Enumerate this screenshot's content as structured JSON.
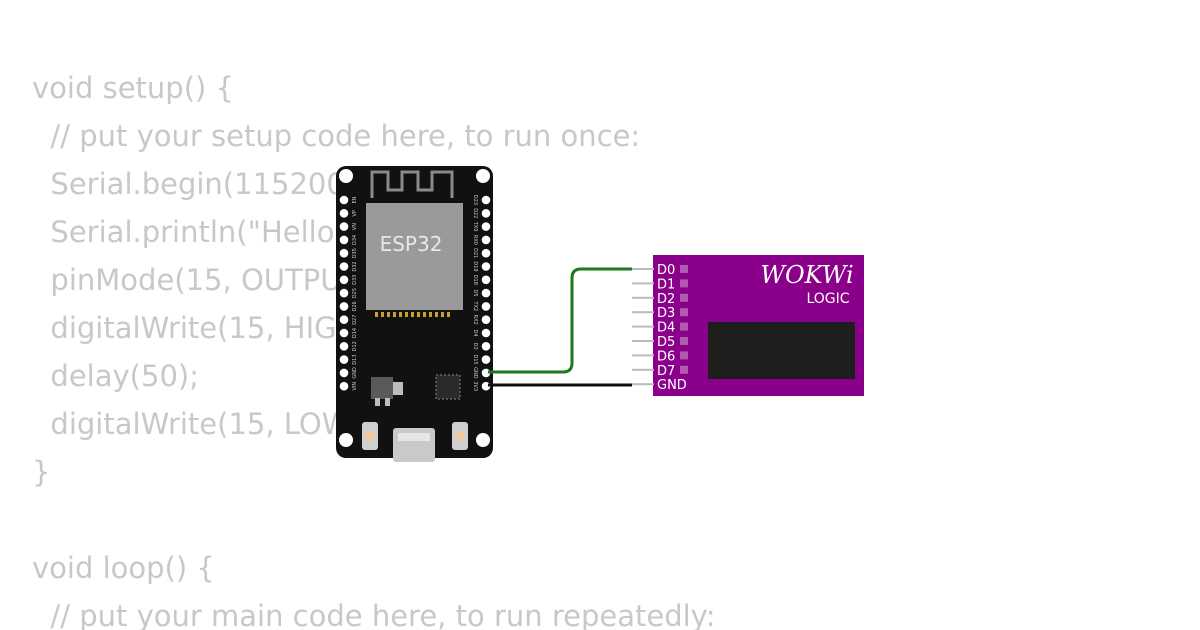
{
  "code": {
    "lines": [
      "void setup() {",
      "  // put your setup code here, to run once:",
      "  Serial.begin(115200);",
      "  Serial.println(\"Hello, ESP32!\");",
      "  pinMode(15, OUTPUT);",
      "  digitalWrite(15, HIGH);",
      "  delay(50);",
      "  digitalWrite(15, LOW);",
      "}",
      "",
      "void loop() {",
      "  // put your main code here, to run repeatedly:"
    ]
  },
  "esp32": {
    "chip_label": "ESP32",
    "pins_left": [
      "EN",
      "VP",
      "VN",
      "D34",
      "D35",
      "D32",
      "D33",
      "D25",
      "D26",
      "D27",
      "D14",
      "D12",
      "D13",
      "GND",
      "VIN"
    ],
    "pins_right": [
      "D23",
      "D22",
      "TX0",
      "RX0",
      "D21",
      "D19",
      "D18",
      "D5",
      "TX2",
      "RX2",
      "D4",
      "D2",
      "D15",
      "GND",
      "3V3"
    ]
  },
  "logic_analyzer": {
    "brand": "WOKWi",
    "label": "LOGIC",
    "channels": [
      "D0",
      "D1",
      "D2",
      "D3",
      "D4",
      "D5",
      "D6",
      "D7",
      "GND"
    ]
  },
  "wires": {
    "signal_color": "#1f7a1f",
    "ground_color": "#111111"
  },
  "colors": {
    "code_text": "#c8c8c8",
    "board": "#111111",
    "chip": "#9a9a9a",
    "analyzer_body": "#8b008b",
    "analyzer_screen": "#1e1e1e"
  }
}
